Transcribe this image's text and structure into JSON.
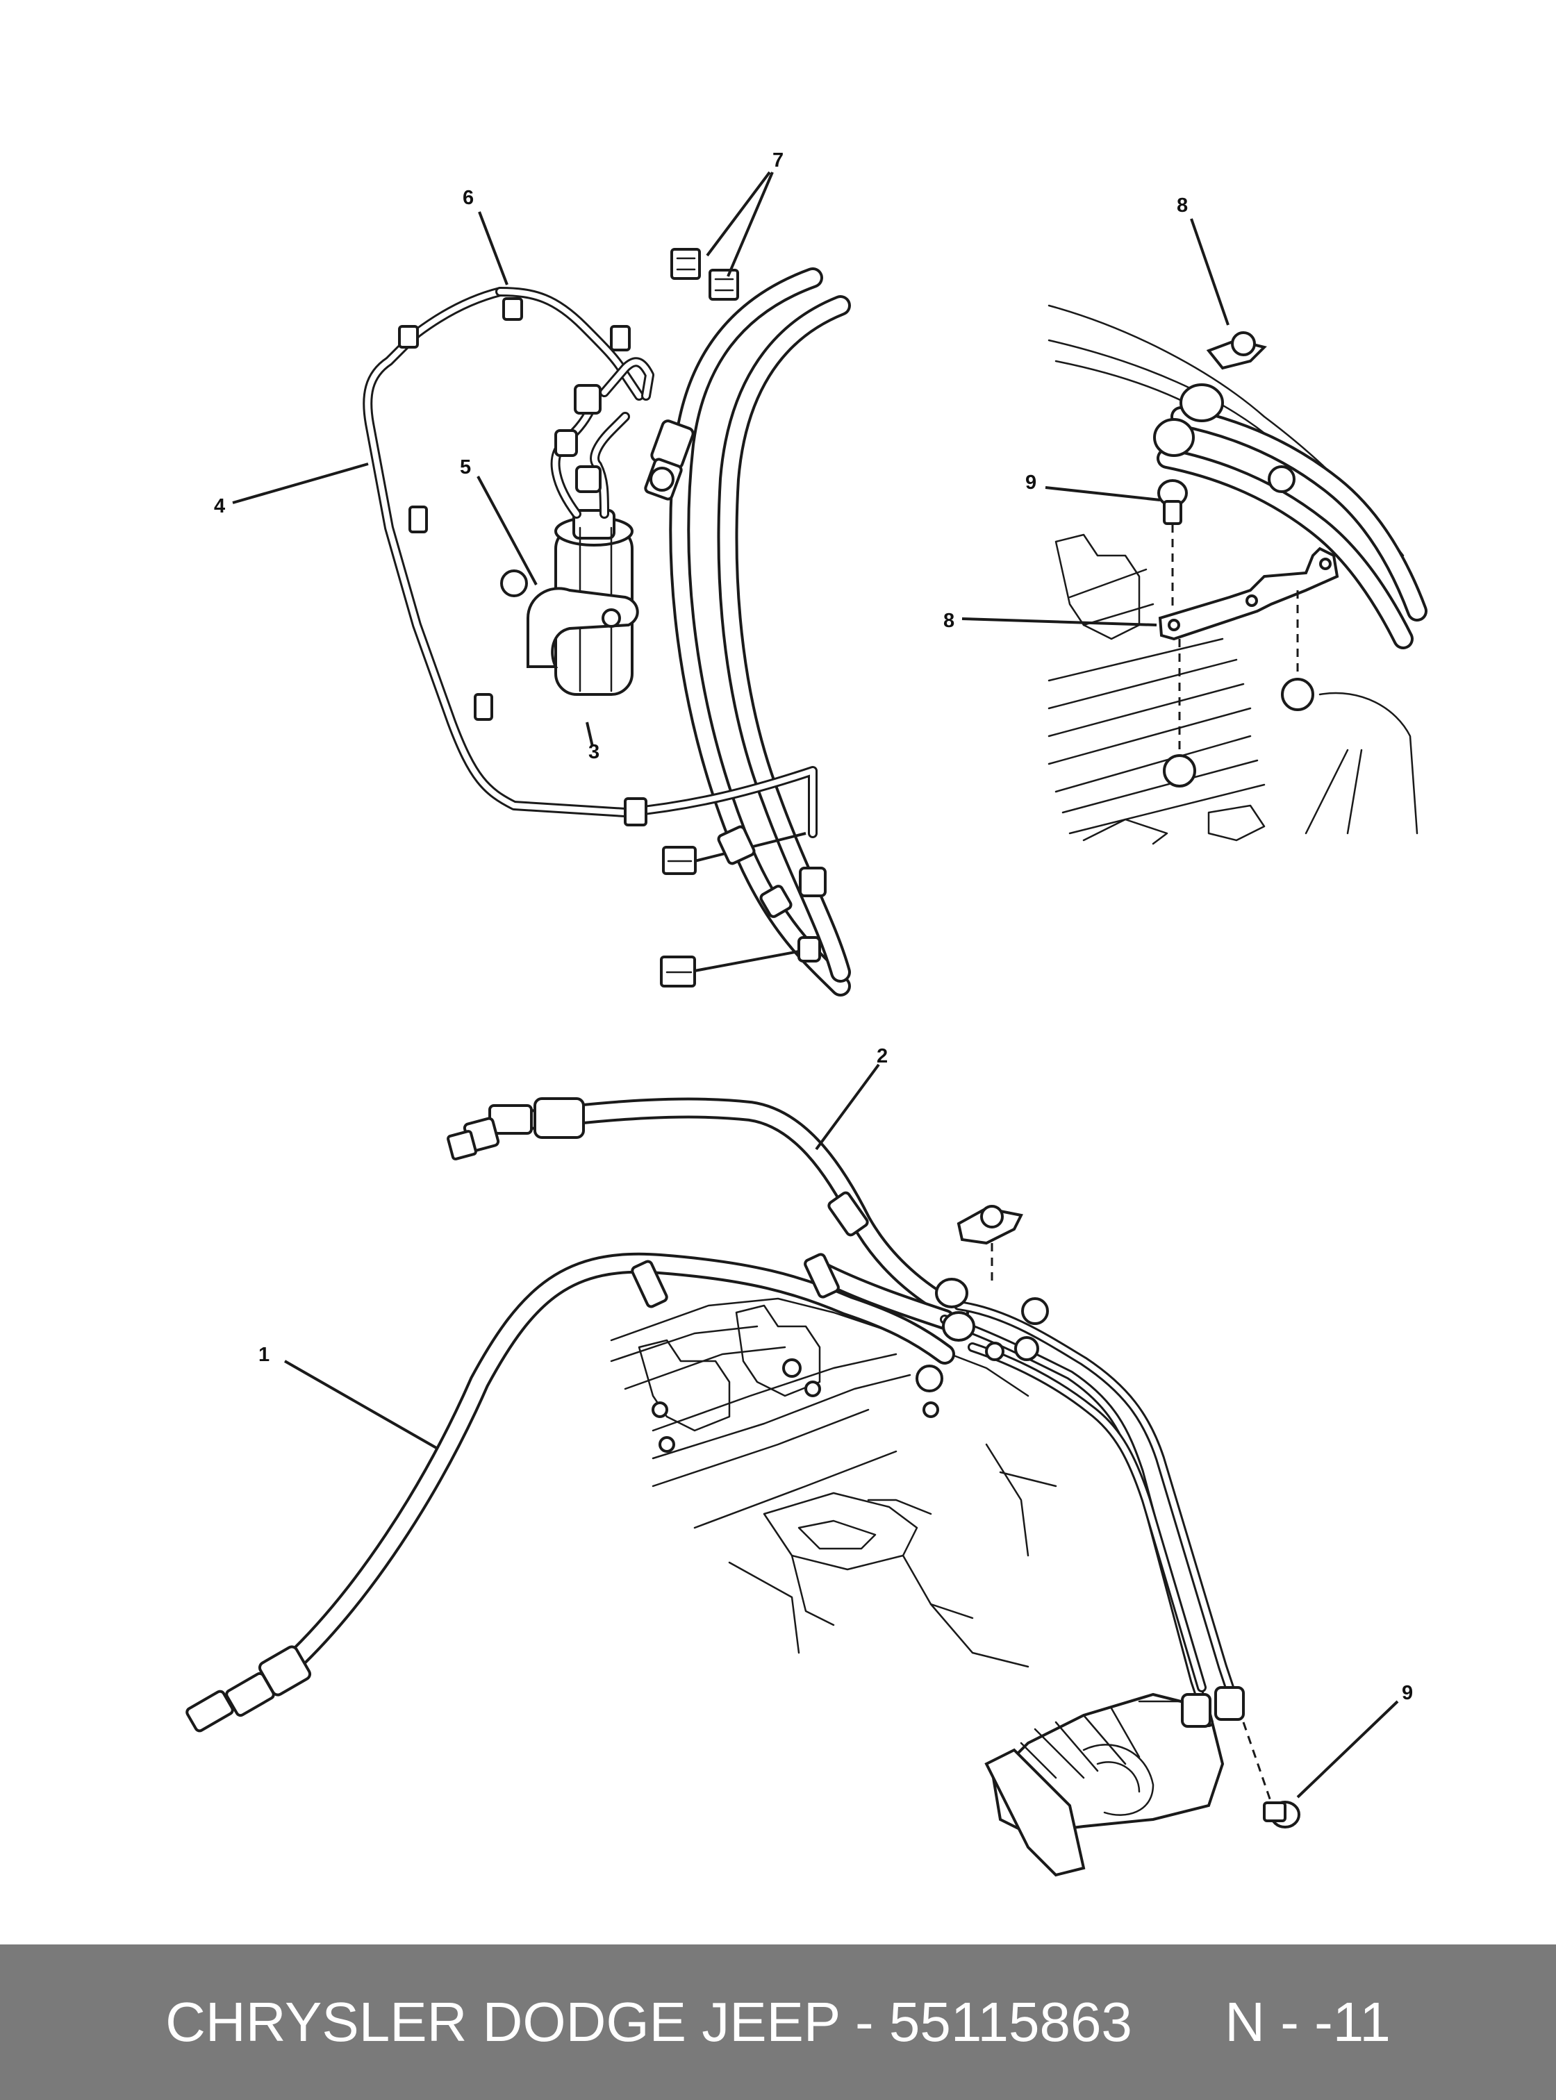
{
  "callouts": {
    "c1": "1",
    "c2": "2",
    "c3": "3",
    "c4": "4",
    "c5": "5",
    "c6": "6",
    "c7": "7",
    "c8a": "8",
    "c8b": "8",
    "c9a": "9",
    "c9b": "9"
  },
  "footer": {
    "brand": "CHRYSLER DODGE JEEP",
    "separator": " - ",
    "part_number": "55115863",
    "page_code": "N - -11"
  }
}
